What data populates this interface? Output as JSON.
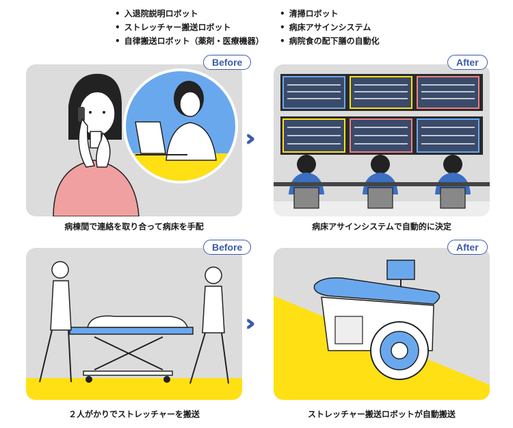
{
  "features": {
    "left": [
      "入退院説明ロボット",
      "ストレッチャー搬送ロボット",
      "自律搬送ロボット（薬剤・医療機器）"
    ],
    "right": [
      "清掃ロボット",
      "病床アサインシステム",
      "病院食の配下膳の自動化"
    ]
  },
  "top_row": {
    "before_label": "Before",
    "after_label": "After",
    "before_caption": "病棟間で連絡を取り合って病床を手配",
    "after_caption": "病床アサインシステムで自動的に決定"
  },
  "bottom_row": {
    "before_label": "Before",
    "after_label": "After",
    "before_caption": "２人がかりでストレッチャーを搬送",
    "after_caption": "ストレッチャー搬送ロボットが自動搬送"
  },
  "colors": {
    "panel_gray": "#dcdcdc",
    "accent_blue": "#3b5aa8",
    "yellow": "#ffe014",
    "sky_blue": "#6aa8ee"
  },
  "icons": {
    "arrow": "double-chevron-right-icon"
  }
}
